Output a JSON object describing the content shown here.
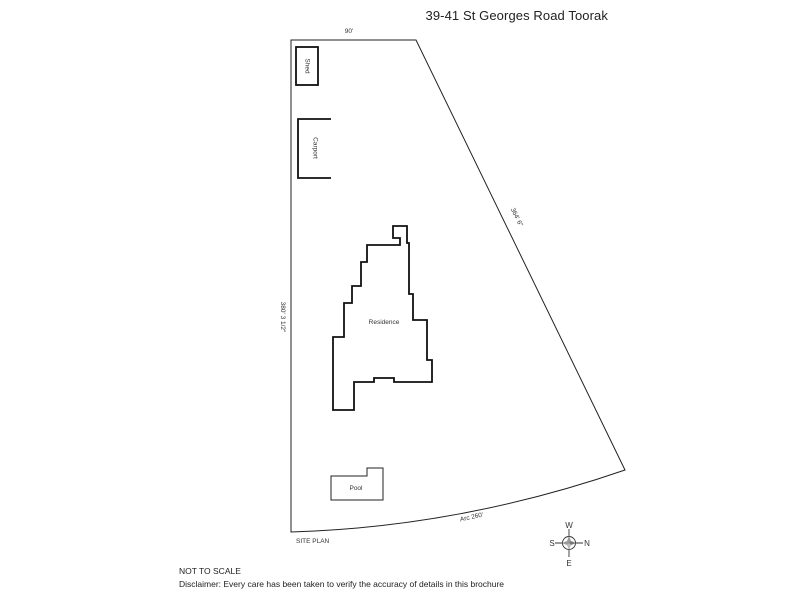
{
  "header": {
    "title": "39-41 St Georges Road Toorak"
  },
  "plan": {
    "dimensions": {
      "top": "90'",
      "diagonal": "364' 6\"",
      "left": "380' 3 1/2\"",
      "arc": "Arc 260'"
    },
    "buildings": {
      "shed": "Shed",
      "carport": "Carport",
      "residence": "Residence",
      "pool": "Pool"
    },
    "site_plan_label": "SITE PLAN"
  },
  "compass": {
    "north": "N",
    "south": "S",
    "east": "E",
    "west": "W"
  },
  "footer": {
    "not_to_scale": "NOT TO SCALE",
    "disclaimer": "Disclaimer: Every care has been taken to verify the accuracy of details in this brochure"
  }
}
